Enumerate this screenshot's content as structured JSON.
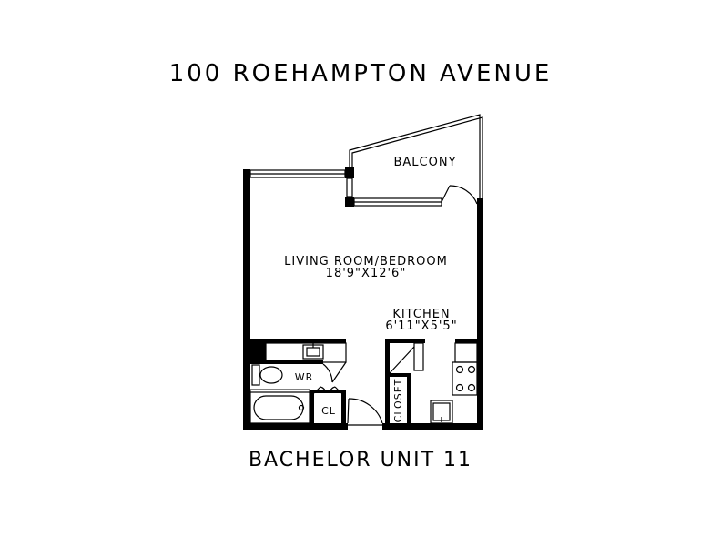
{
  "title": "100 ROEHAMPTON AVENUE",
  "subtitle": "BACHELOR UNIT 11",
  "rooms": {
    "balcony": "BALCONY",
    "living": {
      "name": "LIVING ROOM/BEDROOM",
      "size": "18'9\"X12'6\""
    },
    "kitchen": {
      "name": "KITCHEN",
      "size": "6'11\"X5'5\""
    },
    "washroom": "WR",
    "closet_small": "CL",
    "closet": "CLOSET"
  }
}
